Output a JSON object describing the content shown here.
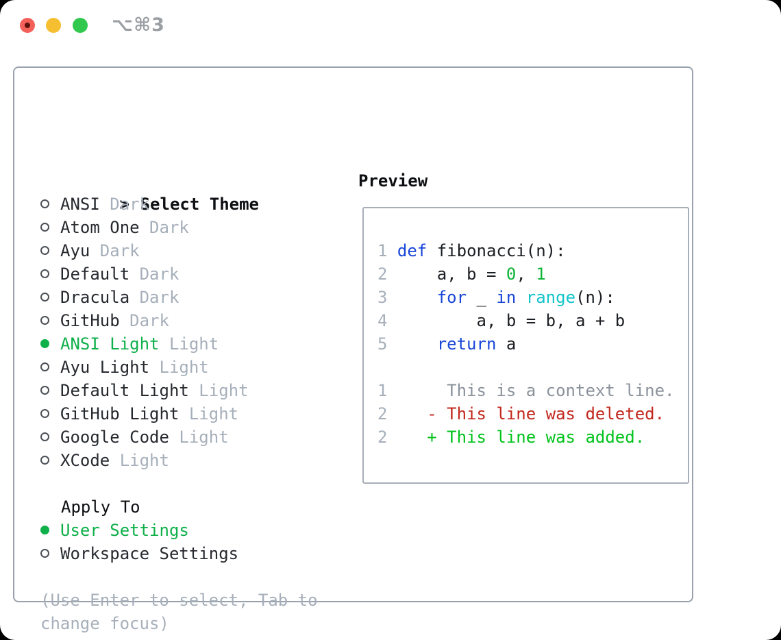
{
  "titlebar": {
    "shortcut": "⌥⌘3"
  },
  "theme_picker": {
    "prompt": ">",
    "title": "Select Theme",
    "items": [
      {
        "name": "ANSI",
        "tag": "Dark",
        "selected": false
      },
      {
        "name": "Atom One",
        "tag": "Dark",
        "selected": false
      },
      {
        "name": "Ayu",
        "tag": "Dark",
        "selected": false
      },
      {
        "name": "Default",
        "tag": "Dark",
        "selected": false
      },
      {
        "name": "Dracula",
        "tag": "Dark",
        "selected": false
      },
      {
        "name": "GitHub",
        "tag": "Dark",
        "selected": false
      },
      {
        "name": "ANSI Light",
        "tag": "Light",
        "selected": true
      },
      {
        "name": "Ayu Light",
        "tag": "Light",
        "selected": false
      },
      {
        "name": "Default Light",
        "tag": "Light",
        "selected": false
      },
      {
        "name": "GitHub Light",
        "tag": "Light",
        "selected": false
      },
      {
        "name": "Google Code",
        "tag": "Light",
        "selected": false
      },
      {
        "name": "XCode",
        "tag": "Light",
        "selected": false
      }
    ],
    "apply_to": {
      "title": "Apply To",
      "options": [
        {
          "label": "User Settings",
          "selected": true
        },
        {
          "label": "Workspace Settings",
          "selected": false
        }
      ]
    },
    "help": "(Use Enter to select, Tab to change focus)"
  },
  "preview": {
    "title": "Preview",
    "lines": [
      {
        "num": "1",
        "tokens": [
          {
            "text": "def",
            "color": "keyword"
          },
          {
            "text": " fibonacci(n):",
            "color": "default"
          }
        ]
      },
      {
        "num": "2",
        "tokens": [
          {
            "text": "    a, b = ",
            "color": "default"
          },
          {
            "text": "0",
            "color": "number"
          },
          {
            "text": ", ",
            "color": "default"
          },
          {
            "text": "1",
            "color": "number"
          }
        ]
      },
      {
        "num": "3",
        "tokens": [
          {
            "text": "    ",
            "color": "default"
          },
          {
            "text": "for",
            "color": "keyword"
          },
          {
            "text": " _ ",
            "color": "default"
          },
          {
            "text": "in",
            "color": "keyword"
          },
          {
            "text": " ",
            "color": "default"
          },
          {
            "text": "range",
            "color": "function"
          },
          {
            "text": "(n):",
            "color": "default"
          }
        ]
      },
      {
        "num": "4",
        "tokens": [
          {
            "text": "        a, b = b, a + b",
            "color": "default"
          }
        ]
      },
      {
        "num": "5",
        "tokens": [
          {
            "text": "    ",
            "color": "default"
          },
          {
            "text": "return",
            "color": "keyword"
          },
          {
            "text": " a",
            "color": "default"
          }
        ]
      },
      {
        "num": "",
        "tokens": []
      },
      {
        "num": "1",
        "tokens": [
          {
            "text": "     This is a context line.",
            "color": "context"
          }
        ]
      },
      {
        "num": "2",
        "tokens": [
          {
            "text": "   ",
            "color": "default"
          },
          {
            "text": "- This line was deleted.",
            "color": "deleted"
          }
        ]
      },
      {
        "num": "2",
        "tokens": [
          {
            "text": "   ",
            "color": "default"
          },
          {
            "text": "+ This line was added.",
            "color": "added"
          }
        ]
      }
    ]
  },
  "colors": {
    "accent_green": "#0fb04a",
    "keyword_blue": "#1846d8",
    "function_cyan": "#13c4ca",
    "number_green": "#0cb437",
    "added_green": "#00c31a",
    "deleted_red": "#c2271c",
    "context_gray": "#8b929b",
    "muted_gray": "#a6afba",
    "muted_dark": "#9b9fa4",
    "name_dark": "#26292e",
    "heading_black": "#0d0f12",
    "code_fg": "#1b1e22",
    "radio_gray": "#4b5056",
    "border_gray": "#99a2ac",
    "preview_border": "#a7aeb8",
    "traffic_red": "#f4605a",
    "traffic_red_dot": "#5c130b",
    "traffic_yellow": "#f6be31",
    "traffic_green": "#30c94e"
  }
}
